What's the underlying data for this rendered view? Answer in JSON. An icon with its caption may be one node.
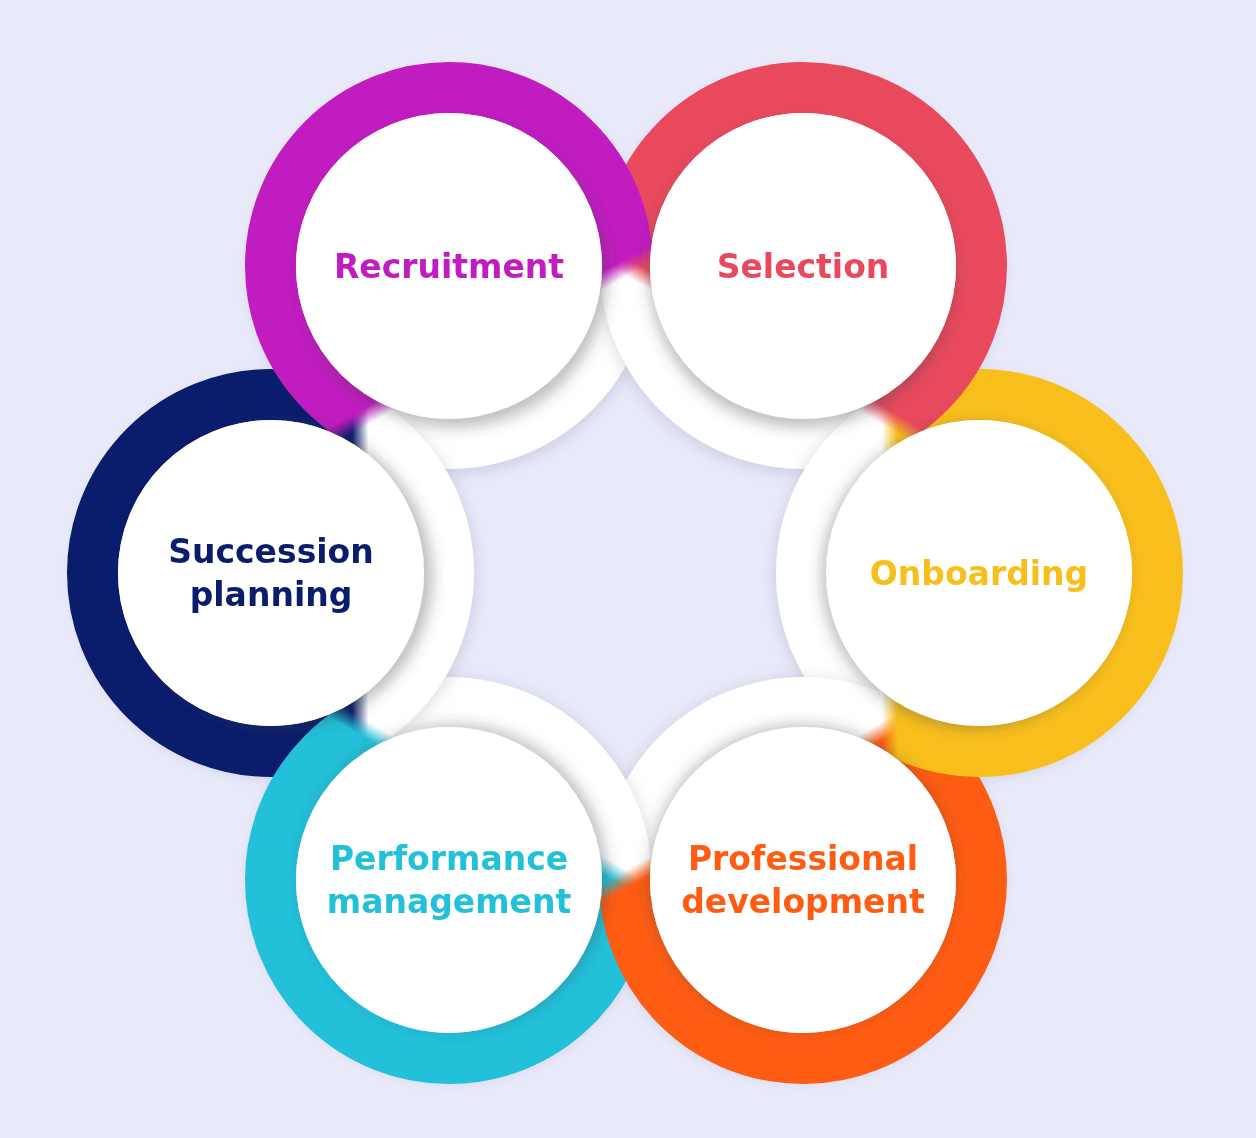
{
  "diagram": {
    "nodes": [
      {
        "text": [
          "Recruitment"
        ]
      },
      {
        "text": [
          "Selection"
        ]
      },
      {
        "text": [
          "Onboarding"
        ]
      },
      {
        "text": [
          "Professional development"
        ]
      },
      {
        "text": [
          "Performance management"
        ]
      },
      {
        "text": [
          "Succession planning"
        ]
      }
    ]
  }
}
